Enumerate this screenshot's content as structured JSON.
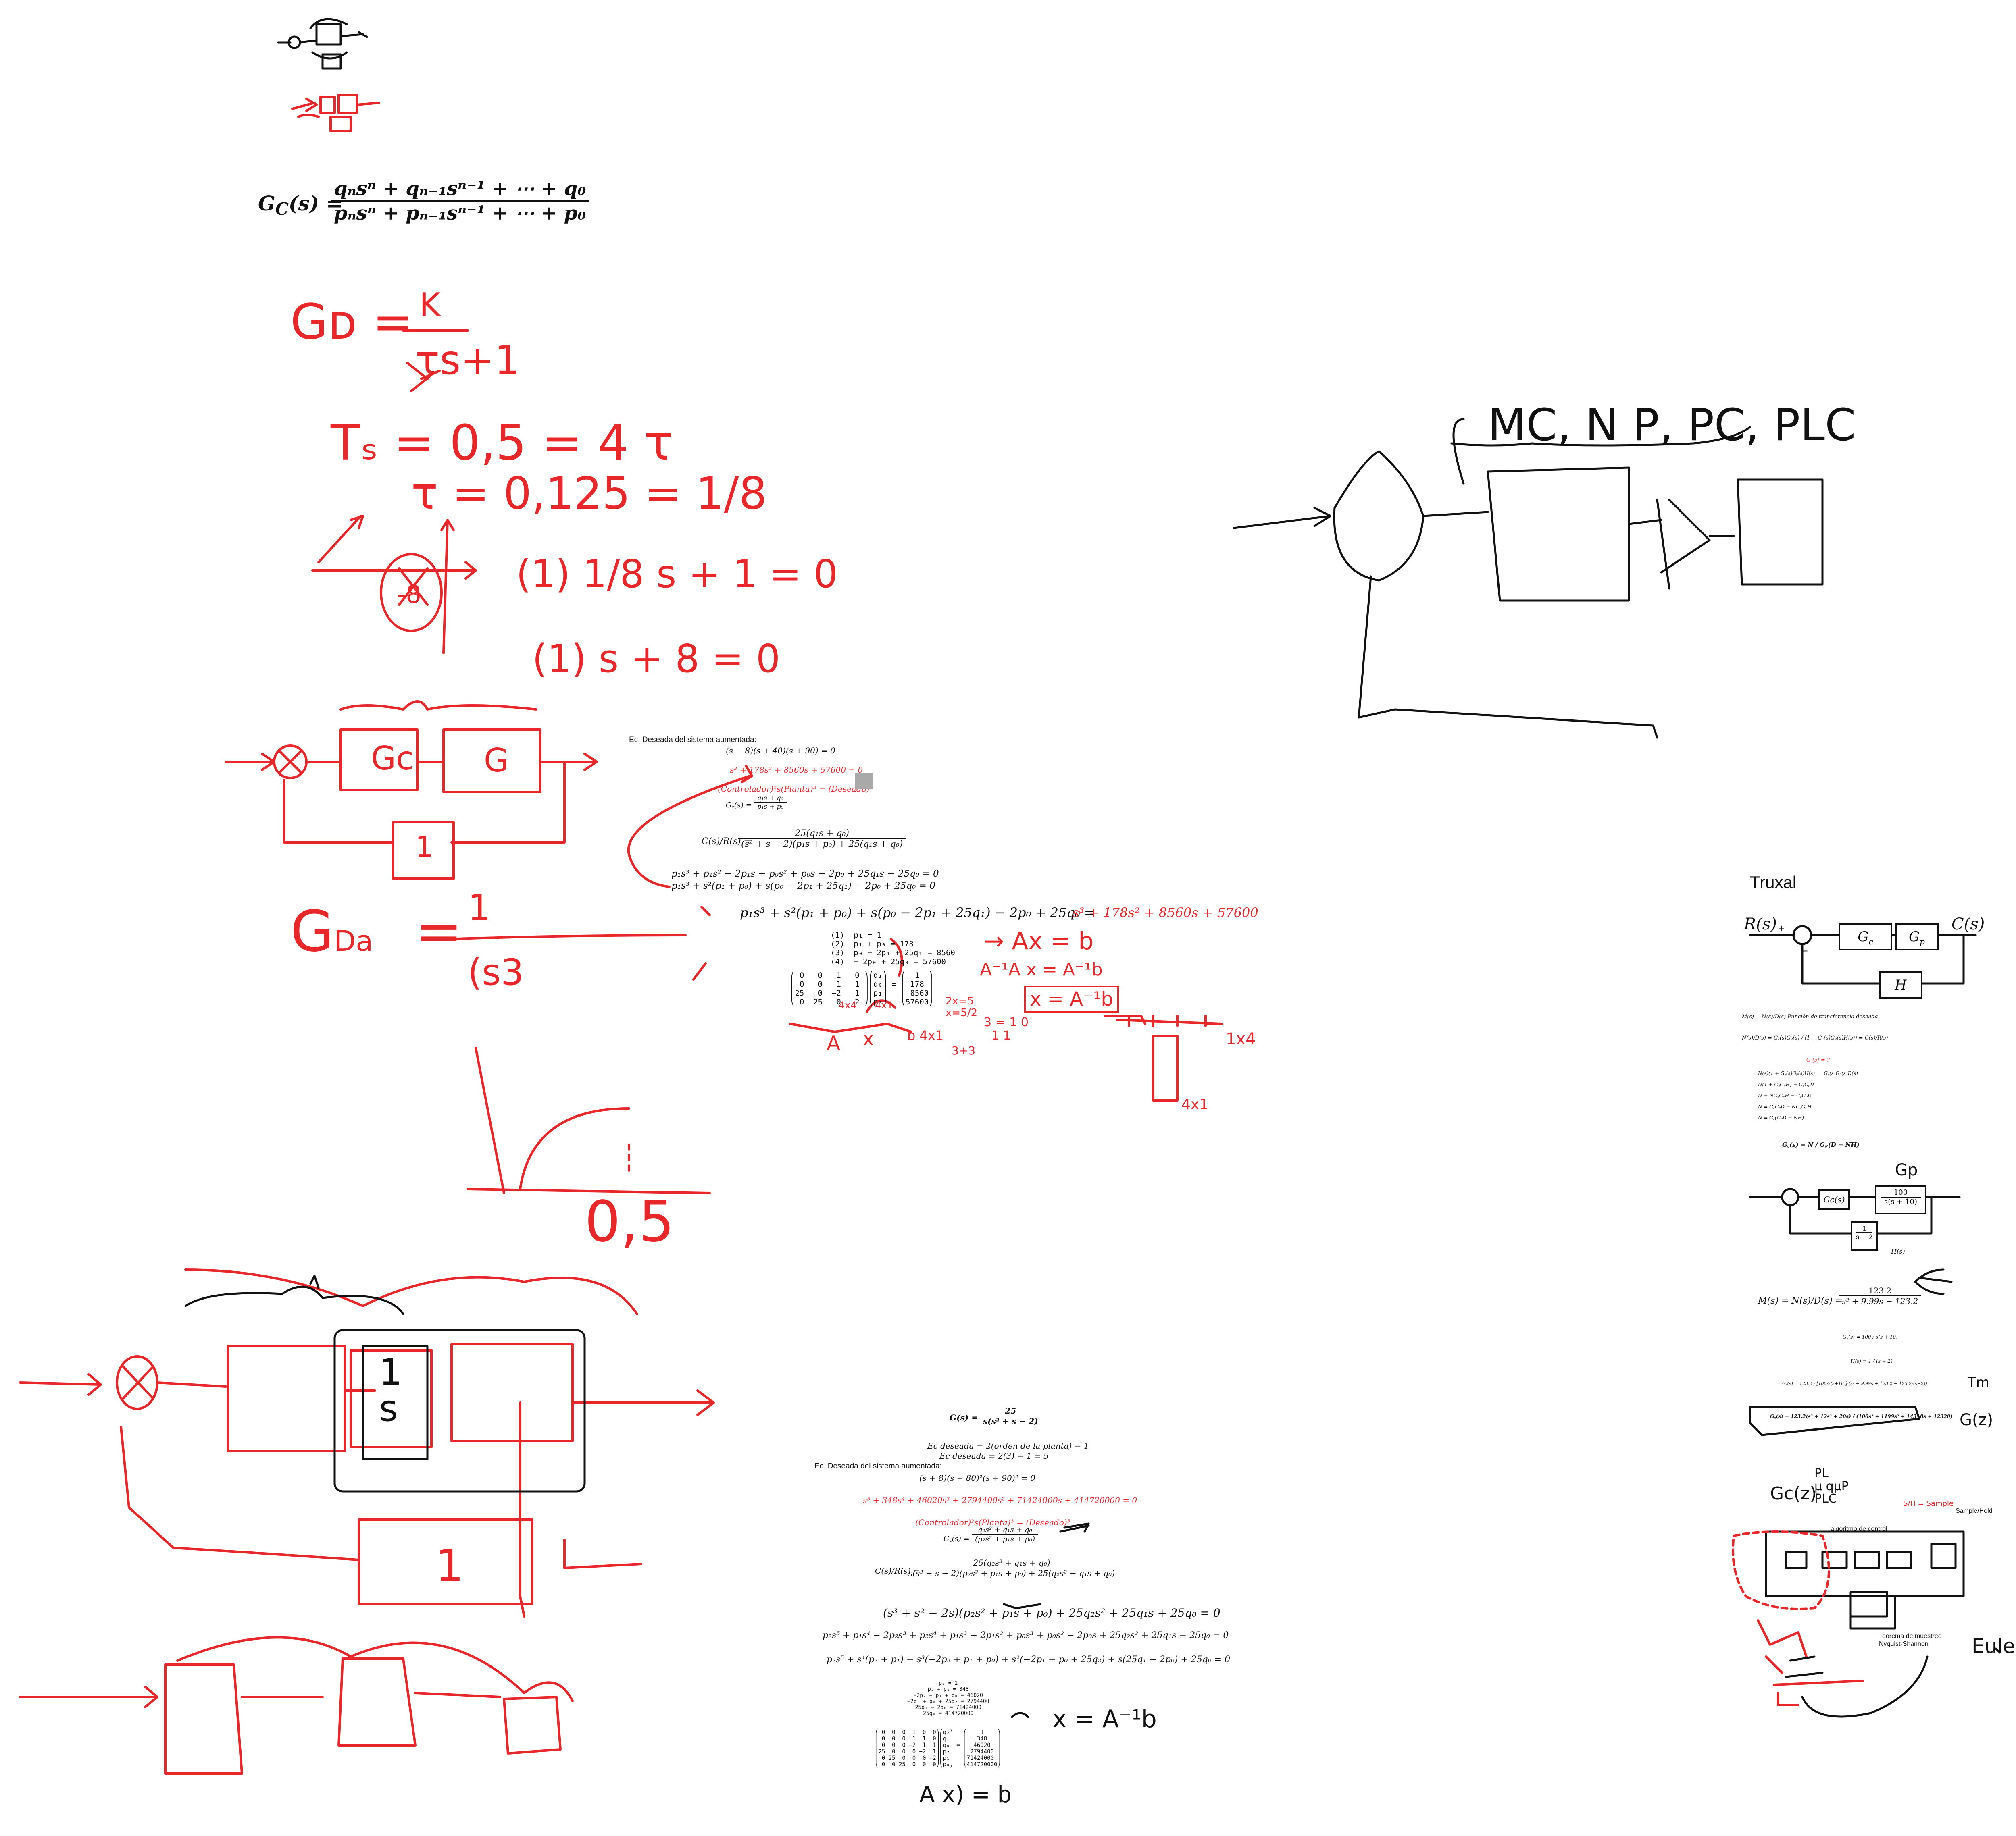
{
  "formula_gc": {
    "lhs": "G",
    "lhs_sub": "C",
    "lhs_arg": "(s) =",
    "numerator": "qₙsⁿ + qₙ₋₁sⁿ⁻¹ + ⋯ + q₀",
    "denominator": "pₙsⁿ + pₙ₋₁sⁿ⁻¹ + ⋯ + p₀"
  },
  "handwriting_top": {
    "gd": "Gᴅ =",
    "k": "K",
    "tau": "τs+1",
    "ts": "Tₛ = 0,5 = 4 τ",
    "tau_val": "τ = 0,125 = 1/8",
    "root": "-8",
    "eq1": "(1)  1/8 s + 1 = 0",
    "eq2": "(1) s + 8 = 0",
    "gda_lhs": "G",
    "gda_sub": "Da",
    "gda_eq": "=",
    "gda_num": "1",
    "gda_den": "(s3",
    "block_gc": "Gc",
    "block_g": "G",
    "block_1": "1",
    "block_1s": "1\ns",
    "ts_axis": "0,5",
    "axb": "→ Ax = b",
    "aiax": "A⁻¹A x = A⁻¹b",
    "xaib": "x = A⁻¹b",
    "dims_left": "2x=5\nx=5/2",
    "dims_mid": "3 = 1 0\n  1 1",
    "dims_bot": "3+3",
    "a_lbl": "A",
    "x_lbl": "x",
    "bx1": "b 4x1",
    "vec_4x4": "4x4",
    "vec_4x1": "4x1",
    "lbl_1x4": "1x4",
    "lbl_4x1b": "4x1"
  },
  "derivation1": {
    "heading": "Ec. Deseada del sistema aumentada:",
    "eq1": "(s + 8)(s + 40)(s + 90) = 0",
    "eq2": "s³ + 178s² + 8560s + 57600 = 0",
    "eq3": "(Controlador)¹s(Planta)² = (Deseado)³",
    "gc_lhs": "G꜀(s) =",
    "gc_num": "q₁s + q₀",
    "gc_den": "p₁s + p₀",
    "cr_lhs": "C(s)/R(s) =",
    "cr_num": "25(q₁s + q₀)",
    "cr_den": "(s² + s − 2)(p₁s + p₀) + 25(q₁s + q₀)",
    "exp1": "p₁s³ + p₁s² − 2p₁s + p₀s² + p₀s − 2p₀ + 25q₁s + 25q₀ = 0",
    "exp2": "p₁s³ + s²(p₁ + p₀) + s(p₀ − 2p₁ + 25q₁) − 2p₀ + 25q₀ = 0",
    "big_eq": "p₁s³ + s²(p₁ + p₀) + s(p₀ − 2p₁ + 25q₁) − 2p₀ + 25q₀ =",
    "big_rhs": "s³ + 178s² + 8560s + 57600",
    "sys": "(1)  p₁ = 1\n(2)  p₁ + p₀ = 178\n(3)  p₀ − 2p₁ + 25q₁ = 8560\n(4)  − 2p₀ + 25q₀ = 57600",
    "matrix": "⎛ 0   0   1   0 ⎞⎛q₁⎞   ⎛  1  ⎞\n⎜ 0   0   1   1 ⎟⎜q₀⎟ = ⎜ 178 ⎟\n⎜25   0  −2   1 ⎟⎜p₁⎟   ⎜ 8560⎟\n⎝ 0  25   0  −2 ⎠⎝p₀⎠   ⎝57600⎠"
  },
  "derivation2": {
    "g_lhs": "G(s) =",
    "g_num": "25",
    "g_den": "s(s² + s − 2)",
    "ec1": "Ec deseada = 2(orden de la planta) − 1",
    "ec2": "Ec deseada = 2(3) − 1 = 5",
    "heading": "Ec. Deseada del sistema aumentada:",
    "eq1": "(s + 8)(s + 80)²(s + 90)² = 0",
    "eq2": "s⁵ + 348s⁴ + 46020s³ + 2794400s² + 71424000s + 414720000 = 0",
    "eq3": "(Controlador)²s(Planta)³ = (Deseado)⁵",
    "gc_lhs": "G꜀(s) =",
    "gc_num": "q₂s² + q₁s + q₀",
    "gc_den": "(p₂s² + p₁s + p₀)",
    "cr_lhs": "C(s)/R(s) =",
    "cr_num": "25(q₂s² + q₁s + q₀)",
    "cr_den": "s(s² + s − 2)(p₂s² + p₁s + p₀) + 25(q₂s² + q₁s + q₀)",
    "l1": "(s³ + s² − 2s)(p₂s² + p₁s + p₀) + 25q₂s² + 25q₁s + 25q₀ = 0",
    "l2": "p₂s⁵ + p₁s⁴ − 2p₂s³ + p₂s⁴ + p₁s³ − 2p₁s² + p₀s³ + p₀s² − 2p₀s + 25q₂s² + 25q₁s + 25q₀ = 0",
    "l3": "p₂s⁵ + s⁴(p₂ + p₁) + s³(−2p₂ + p₁ + p₀) + s²(−2p₁ + p₀ + 25q₂) + s(25q₁ − 2p₀) + 25q₀ = 0",
    "sys": "p₂ = 1\np₂ + p₁ = 348\n−2p₂ + p₁ + p₀ = 46020\n−2p₁ + p₀ + 25q₂ = 2794400\n25q₁ − 2p₀ = 71424000\n25q₀ = 414720000",
    "matrix": "⎛ 0  0  0  1  0  0⎞⎛q₂⎞   ⎛    1    ⎞\n⎜ 0  0  0  1  1  0⎟⎜q₁⎟   ⎜   348   ⎟\n⎜ 0  0  0 −2  1  1⎟⎜q₀⎟ = ⎜  46020  ⎟\n⎜25  0  0  0 −2  1⎟⎜p₂⎟   ⎜ 2794400 ⎟\n⎜ 0 25  0  0  0 −2⎟⎜p₁⎟   ⎜71424000 ⎟\n⎝ 0  0 25  0  0  0⎠⎝p₀⎠   ⎝414720000⎠",
    "hw_x": "x = A⁻¹b",
    "hw_bottom": "A   x) = b"
  },
  "sketch_black": {
    "label": "MC, N P, PC, PLC"
  },
  "truxal": {
    "title": "Truxal",
    "r": "R(s)",
    "c": "C(s)",
    "gc": "G",
    "gc_sub": "c",
    "gp": "G",
    "gp_sub": "p",
    "h": "H",
    "plus": "+",
    "minus": "−",
    "m_def": "M(s) = N(s)/D(s)   Función de transferencia deseada",
    "m_frac": "N(s)/D(s) = G꜀(s)Gₚ(s) / (1 + G꜀(s)Gₚ(s)H(s)) = C(s)/R(s)",
    "gc_red": "G꜀(s) = ?",
    "steps": "N(s)(1 + G꜀(s)Gₚ(s)H(s)) = G꜀(s)Gₚ(s)D(s)\nN(1 + G꜀GₚH) = G꜀GₚD\nN + NG꜀GₚH = G꜀GₚD\nN = G꜀GₚD − NG꜀GₚH\nN = G꜀(GₚD − NH)",
    "gc_final": "G꜀(s) = N / Gₚ(D − NH)",
    "gp_hw": "Gp",
    "gc_block": "Gc(s)",
    "plant_num": "100",
    "plant_den": "s(s + 10)",
    "h_num": "1",
    "h_den": "s + 2",
    "h_lbl": "H(s)",
    "m_final": "M(s) = N(s)/D(s) =",
    "m_num": "123.2",
    "m_den": "s² + 9.99s + 123.2",
    "gp_def": "Gₚ(s) = 100 / s(s + 10)",
    "h_def": "H(s) = 1 / (s + 2)",
    "gc_sub_line": "G꜀(s) = 123.2 / [100/s(s+10)]·(s² + 9.99s + 123.2 − 123.2/(s+2))",
    "gc_result": "G꜀(s) = 123.2(s³ + 12s² + 20s) / (100s³ + 1199s² + 14318s + 12320)",
    "hw_tm": "Tm",
    "hw_gz": "G(z)",
    "sh": "Sample/Hold",
    "sh_red": "S/H = Sample",
    "alg": "algoritmo de control",
    "nyq": "Teorema de muestreo\nNyquist-Shannon",
    "euler": "Euler",
    "hw_gcz": "Gc(z)",
    "hw_pl": "PL\nμ qμP\nPLC"
  }
}
